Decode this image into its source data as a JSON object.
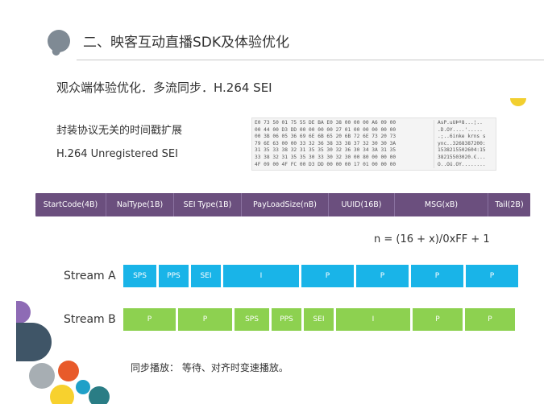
{
  "header": {
    "title": "二、映客互动直播SDK及体验优化"
  },
  "subtitle": "观众端体验优化．多流同步．H.264 SEI",
  "descriptions": {
    "line1": "封装协议无关的时间戳扩展",
    "line2": "H.264 Unregistered SEI"
  },
  "hexdump": [
    {
      "bytes": "E0 73 50 01 75 55 DE BA E0 38 00 00 00 A6 09 00",
      "ascii": "AsP.uUÞº8...¦.."
    },
    {
      "bytes": "00 44 00 D3 DD 00 00 00 00 27 01 00 00 00 00 00",
      "ascii": ".D.ÓÝ....'....."
    },
    {
      "bytes": "00 3B 06 05 36 69 6E 6B 65 20 6B 72 6E 73 20 73",
      "ascii": ".;..6inke krns s"
    },
    {
      "bytes": "79 6E 63 00 00 33 32 36 38 33 38 37 32 30 30 3A",
      "ascii": "ync..3268387200:"
    },
    {
      "bytes": "31 35 33 38 32 31 35 35 30 32 36 30 34 3A 31 35",
      "ascii": "1538215502604:15"
    },
    {
      "bytes": "33 38 32 31 35 35 30 33 30 32 30 00 80 00 00 00",
      "ascii": "38215503020.€..."
    },
    {
      "bytes": "4F 09 00 4F FC 00 D3 DD 00 00 00 17 01 00 00 00",
      "ascii": "O..Oü.ÓÝ........"
    }
  ],
  "packet_fields": [
    "StartCode(4B)",
    "NalType(1B)",
    "SEI Type(1B)",
    "PayLoadSize(nB)",
    "UUID(16B)",
    "MSG(xB)",
    "Tail(2B)"
  ],
  "formula": "n = (16 + x)/0xFF + 1",
  "stream_a": {
    "label": "Stream A",
    "frames": [
      "SPS",
      "PPS",
      "SEI",
      "I",
      "P",
      "P",
      "P",
      "P"
    ]
  },
  "stream_b": {
    "label": "Stream B",
    "frames": [
      "P",
      "P",
      "SPS",
      "PPS",
      "SEI",
      "I",
      "P",
      "P"
    ]
  },
  "sync_text": "同步播放：  等待、对齐时变速播放。",
  "colors": {
    "packet_bar": "#6b4f7e",
    "stream_a": "#19b4e8",
    "stream_b": "#8dd150",
    "accent_yellow": "#f2cf2f"
  }
}
